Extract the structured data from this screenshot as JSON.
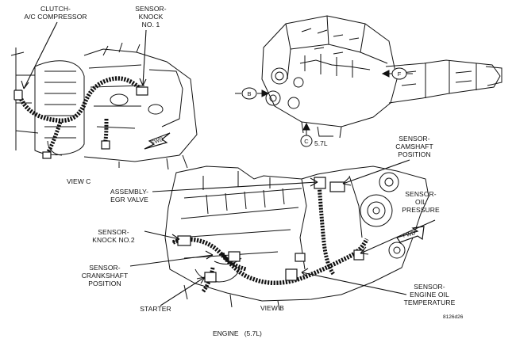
{
  "labels": {
    "clutch_ac": [
      "CLUTCH-",
      "A/C COMPRESSOR"
    ],
    "knock1": [
      "SENSOR-",
      "KNOCK",
      "NO. 1"
    ],
    "camshaft": [
      "SENSOR-",
      "CAMSHAFT",
      "POSITION"
    ],
    "egr": [
      "ASSEMBLY-",
      "EGR VALVE"
    ],
    "oil_pressure": [
      "SENSOR-",
      "OIL",
      "PRESSURE"
    ],
    "knock2": [
      "SENSOR-",
      "KNOCK NO.2"
    ],
    "crankshaft": [
      "SENSOR-",
      "CRANKSHAFT",
      "POSITION"
    ],
    "oil_temp": [
      "SENSOR-",
      "ENGINE OIL",
      "TEMPERATURE"
    ],
    "starter": "STARTER"
  },
  "captions": {
    "view_c": "VIEW C",
    "view_b": "VIEW B",
    "engine_title": "ENGINE",
    "engine_spec": "(5.7L)",
    "engine_size": "5.7L",
    "figure_id": "8126d26"
  },
  "view_tags": {
    "b": "B",
    "c": "C",
    "f": "F"
  },
  "arrow_text": {
    "fwd_top": "FWD",
    "fwd_bottom": "FWD"
  },
  "colors": {
    "ink": "#111111",
    "paper": "#ffffff"
  }
}
